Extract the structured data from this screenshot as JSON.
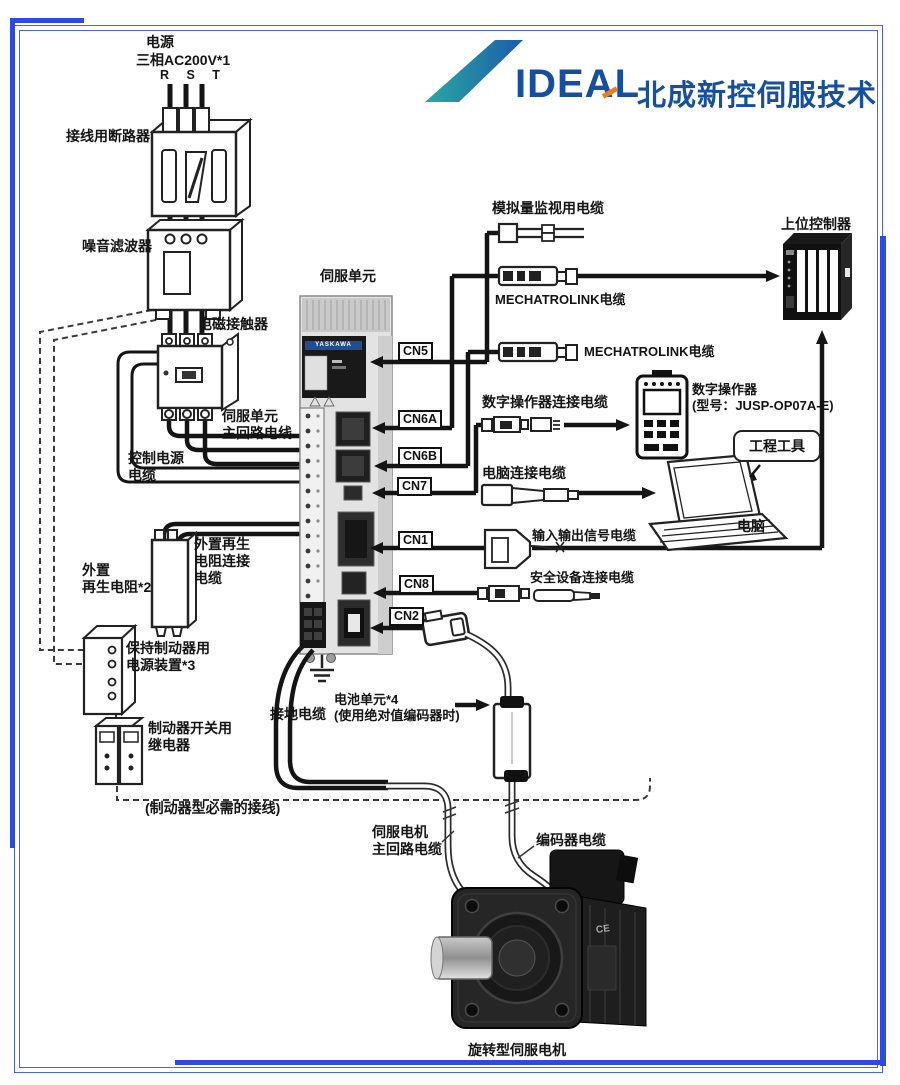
{
  "logo": {
    "brand": "IDEAL",
    "company": "北成新控伺服技术",
    "swoosh_teal": "#2ba8a2",
    "swoosh_blue": "#1c5cab",
    "text_blue": "#164f9e",
    "orange": "#ef7d1d"
  },
  "power": {
    "line1": "电源",
    "line2": "三相AC200V*1",
    "phases": "R S T"
  },
  "components": {
    "breaker": "接线用断路器",
    "noise_filter": "噪音滤波器",
    "contactor": "电磁接触器",
    "servo_unit": "伺服单元",
    "servo_brand": "YASKAWA",
    "regen_resistor": "外置\n再生电阻*2",
    "brake_power": "保持制动器用\n电源装置*3",
    "brake_relay": "制动器开关用\n继电器",
    "host_controller": "上位控制器",
    "digital_operator": "数字操作器\n(型号：JUSP-OP07A-E)",
    "engineering_tool": "工程工具",
    "pc": "电脑",
    "battery": "电池单元*4\n(使用绝对值编码器时)",
    "motor": "旋转型伺服电机",
    "motor_mark": "CE"
  },
  "cables": {
    "servo_main_wire": "伺服单元\n主回路电线",
    "control_power": "控制电源\n电缆",
    "regen_cable": "外置再生\n电阻连接\n电缆",
    "brake_note": "(制动器型必需的接线)",
    "ground": "接地电缆",
    "analog": "模拟量监视用电缆",
    "mechatrolink1": "MECHATROLINK电缆",
    "mechatrolink2": "MECHATROLINK电缆",
    "operator_cable": "数字操作器连接电缆",
    "pc_cable": "电脑连接电缆",
    "io_cable": "输入输出信号电缆",
    "safety_cable": "安全设备连接电缆",
    "motor_main": "伺服电机\n主回路电缆",
    "encoder": "编码器电缆"
  },
  "connectors": {
    "cn5": "CN5",
    "cn6a": "CN6A",
    "cn6b": "CN6B",
    "cn7": "CN7",
    "cn1": "CN1",
    "cn8": "CN8",
    "cn2": "CN2"
  },
  "colors": {
    "frame_blue": "#2e4ae0",
    "wire_black": "#141414"
  }
}
